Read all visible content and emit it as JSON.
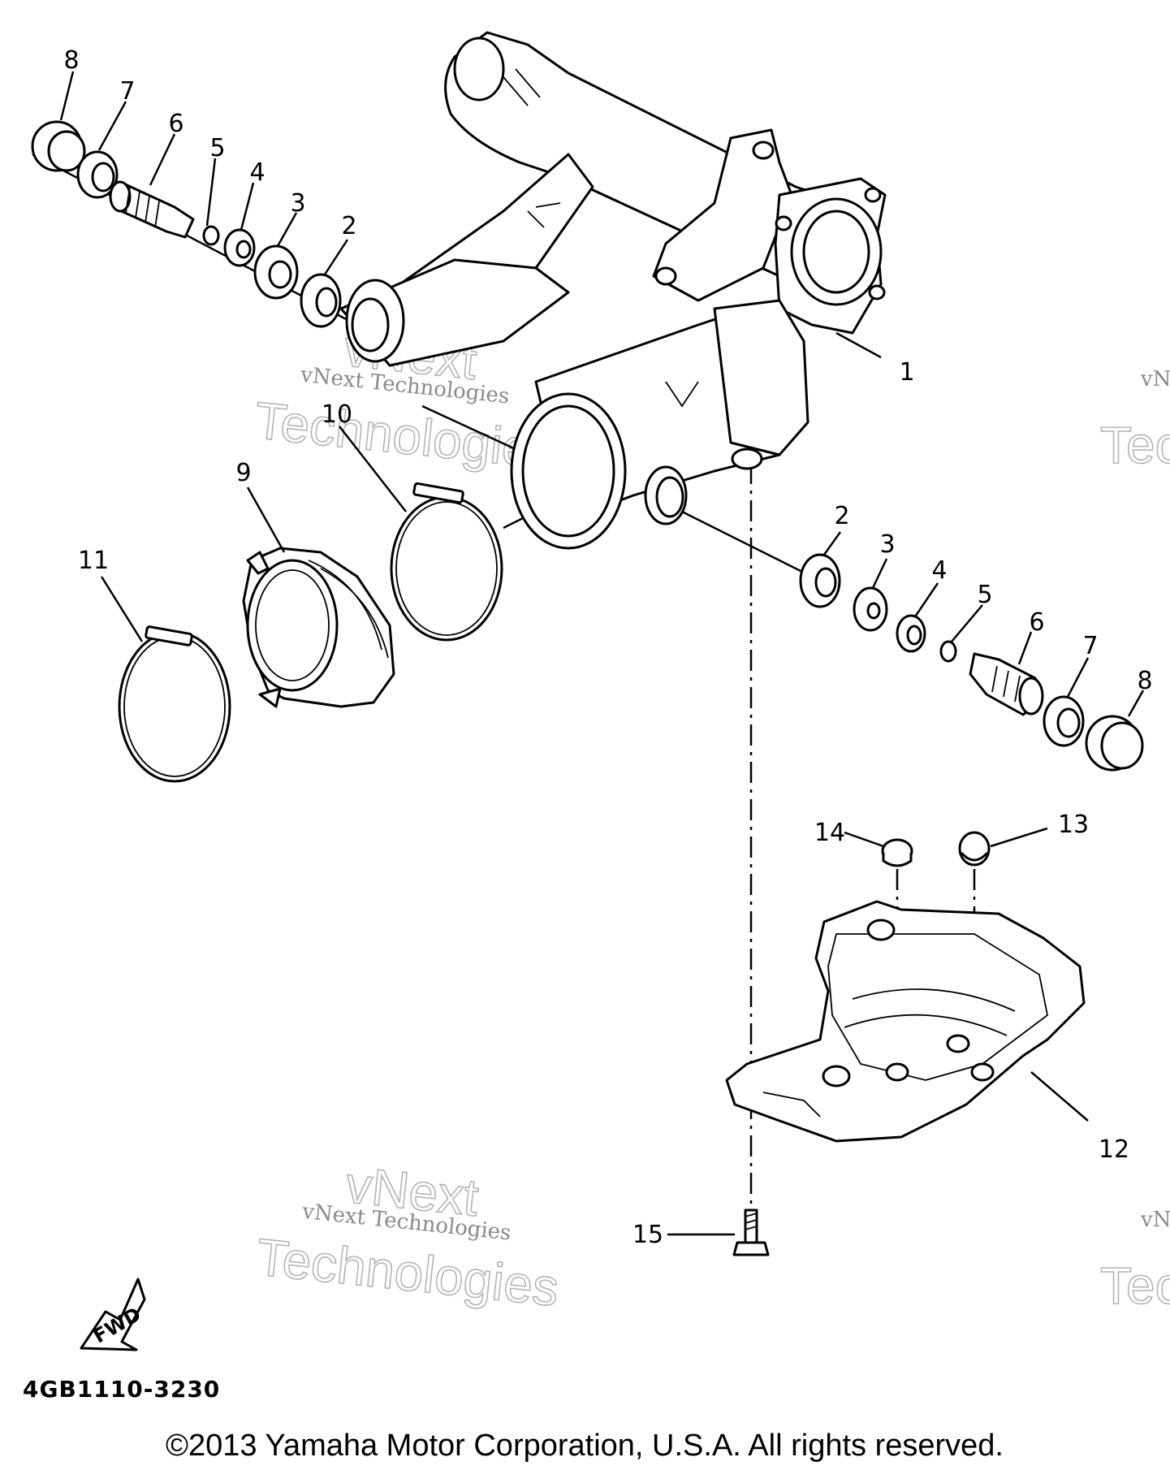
{
  "diagram": {
    "drawing_code": "4GB1110-3230",
    "copyright": "©2013 Yamaha Motor Corporation, U.S.A. All rights reserved.",
    "fwd_label": "FWD",
    "watermark": {
      "line1": "vNext Technologies",
      "line2": "vNext",
      "line3": "Technologies",
      "edge_small": "vN",
      "edge_big": "Tec"
    },
    "callouts": [
      {
        "id": "c1",
        "label": "1"
      },
      {
        "id": "c2a",
        "label": "2"
      },
      {
        "id": "c3a",
        "label": "3"
      },
      {
        "id": "c4a",
        "label": "4"
      },
      {
        "id": "c5a",
        "label": "5"
      },
      {
        "id": "c6a",
        "label": "6"
      },
      {
        "id": "c7a",
        "label": "7"
      },
      {
        "id": "c8a",
        "label": "8"
      },
      {
        "id": "c9",
        "label": "9"
      },
      {
        "id": "c10",
        "label": "10"
      },
      {
        "id": "c11",
        "label": "11"
      },
      {
        "id": "c2b",
        "label": "2"
      },
      {
        "id": "c3b",
        "label": "3"
      },
      {
        "id": "c4b",
        "label": "4"
      },
      {
        "id": "c5b",
        "label": "5"
      },
      {
        "id": "c6b",
        "label": "6"
      },
      {
        "id": "c7b",
        "label": "7"
      },
      {
        "id": "c8b",
        "label": "8"
      },
      {
        "id": "c12",
        "label": "12"
      },
      {
        "id": "c13",
        "label": "13"
      },
      {
        "id": "c14",
        "label": "14"
      },
      {
        "id": "c15",
        "label": "15"
      }
    ]
  }
}
